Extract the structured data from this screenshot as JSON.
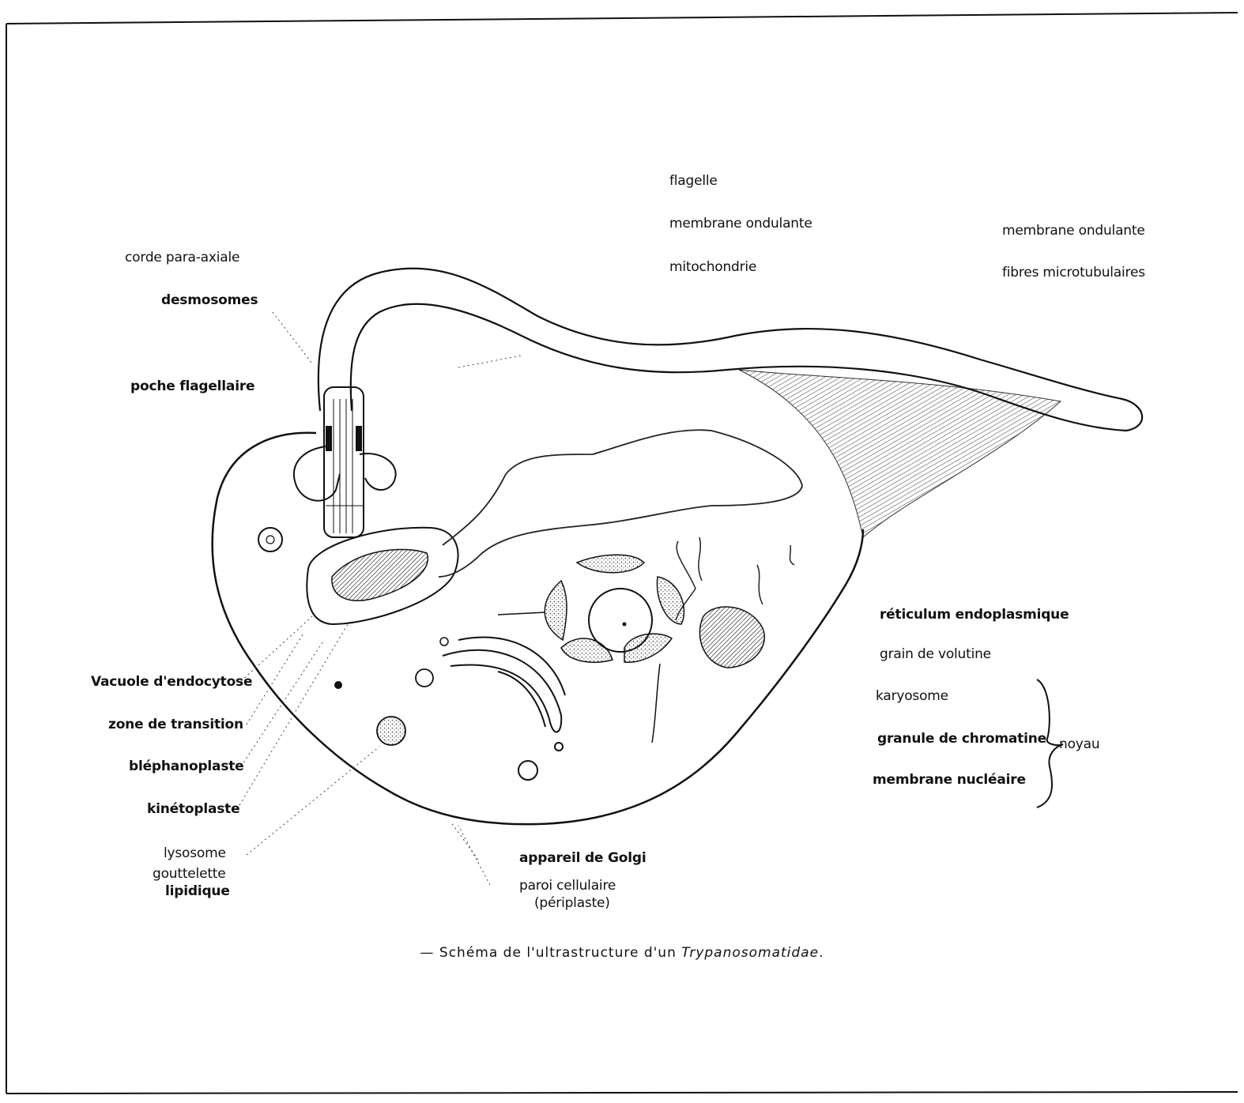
{
  "caption": {
    "prefix": "— Schéma de l'ultrastructure d'un ",
    "taxon": "Trypanosomatidae",
    "suffix": "."
  },
  "labels": {
    "flagelle": "flagelle",
    "membrane_ondulante_top": "membrane ondulante",
    "mitochondrie": "mitochondrie",
    "membrane_ondulante_right": "membrane ondulante",
    "fibres_microtubulaires": "fibres microtubulaires",
    "corde_para_axiale": "corde para-axiale",
    "desmosomes": "desmosomes",
    "poche_flagellaire": "poche flagellaire",
    "reticulum_endoplasmique": "réticulum endoplasmique",
    "grain_de_volutine": "grain de volutine",
    "karyosome": "karyosome",
    "granule_de_chromatine": "granule de chromatine",
    "membrane_nucleaire": "membrane nucléaire",
    "noyau": "noyau",
    "vacuole_d_endocytose": "Vacuole d'endocytose",
    "zone_de_transition": "zone de transition",
    "blepharoplaste": "bléphanoplaste",
    "kinetoplaste": "kinétoplaste",
    "lysosome": "lysosome",
    "gouttelette": "gouttelette",
    "lipidique": "lipidique",
    "appareil_de_golgi": "appareil de Golgi",
    "paroi_cellulaire": "paroi cellulaire",
    "periplaste": "(périplaste)"
  }
}
